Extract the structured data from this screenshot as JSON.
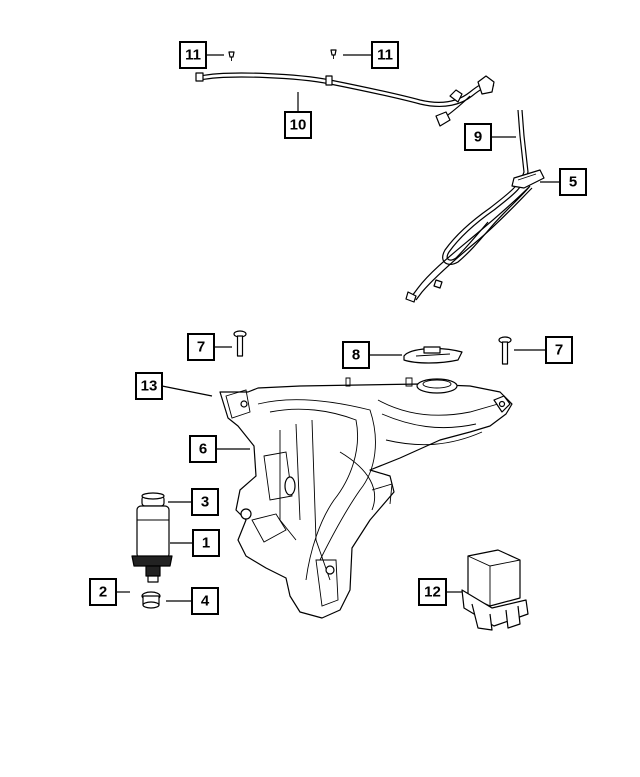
{
  "callouts": {
    "c1": "1",
    "c2": "2",
    "c3": "3",
    "c4": "4",
    "c5": "5",
    "c6": "6",
    "c7a": "7",
    "c7b": "7",
    "c8": "8",
    "c9": "9",
    "c10": "10",
    "c11a": "11",
    "c11b": "11",
    "c12": "12",
    "c13": "13"
  }
}
